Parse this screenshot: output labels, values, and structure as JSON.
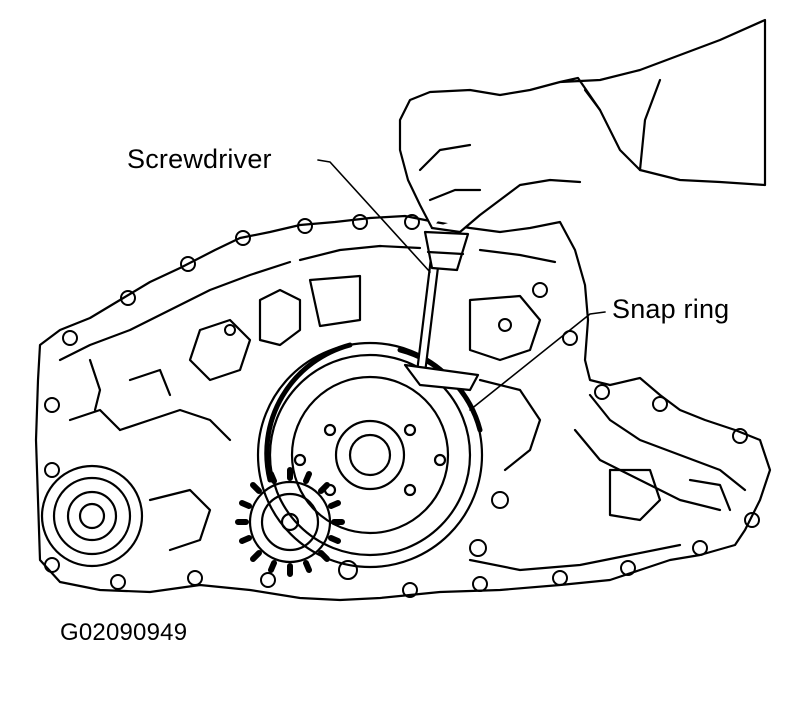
{
  "labels": {
    "screwdriver": "Screwdriver",
    "snap_ring": "Snap ring"
  },
  "figure_id": "G02090949",
  "colors": {
    "line": "#000000",
    "background": "#ffffff"
  }
}
